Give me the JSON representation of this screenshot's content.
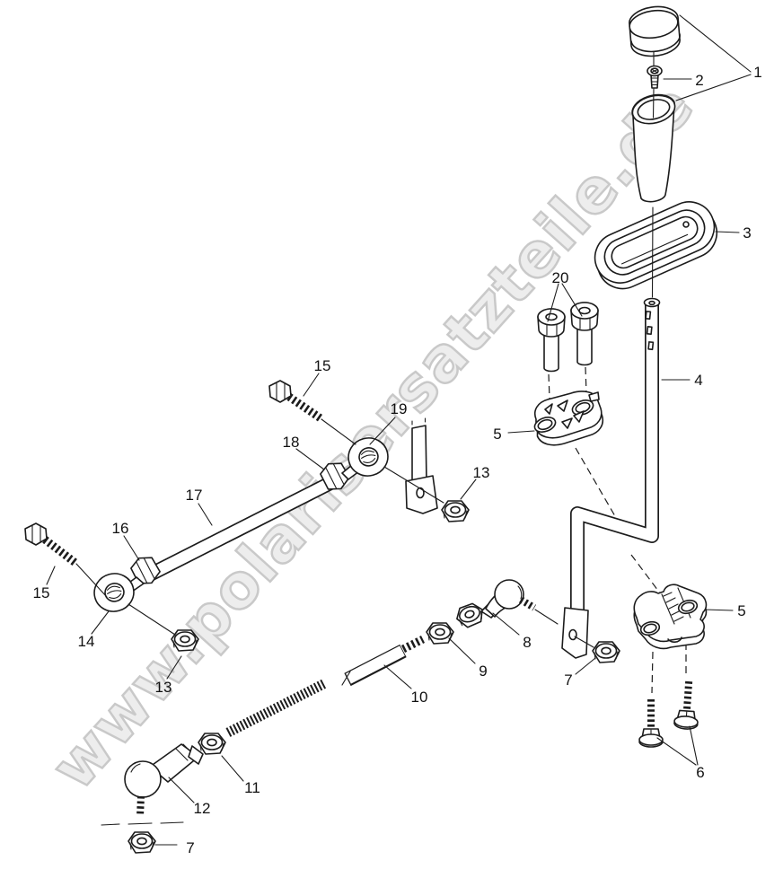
{
  "watermark": {
    "text": "www.polarisersatzteile.de"
  },
  "colors": {
    "line": "#1c1c1c",
    "watermark_fill": "#ededed",
    "watermark_stroke": "#c9c9c9",
    "background": "#ffffff"
  },
  "diagram": {
    "type": "exploded-parts-diagram",
    "labels": {
      "p1": "1",
      "p2": "2",
      "p3": "3",
      "p4": "4",
      "p5a": "5",
      "p5b": "5",
      "p6": "6",
      "p7a": "7",
      "p7b": "7",
      "p8": "8",
      "p9": "9",
      "p10": "10",
      "p11": "11",
      "p12": "12",
      "p13a": "13",
      "p13b": "13",
      "p14": "14",
      "p15a": "15",
      "p15b": "15",
      "p16": "16",
      "p17": "17",
      "p18": "18",
      "p19": "19",
      "p20": "20"
    }
  }
}
